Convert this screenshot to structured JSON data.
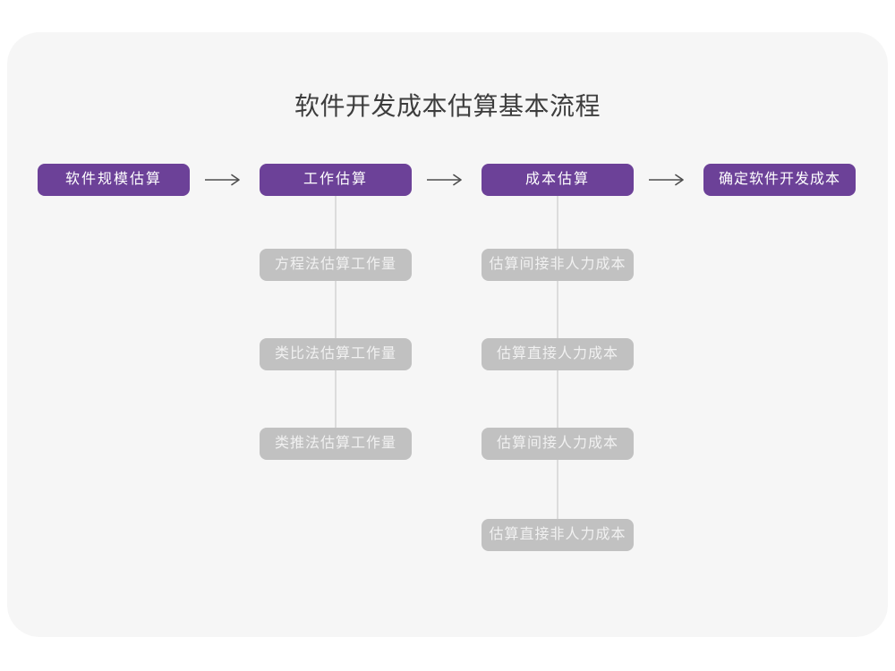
{
  "title": "软件开发成本估算基本流程",
  "colors": {
    "main_node_bg": "#6c4198",
    "main_node_text": "#ffffff",
    "sub_node_bg": "#c1c1c1",
    "sub_node_text": "#f1f1f1",
    "card_bg": "#f6f6f6",
    "connector_line": "#dcdcdc",
    "arrow": "#4d4d4d",
    "title_text": "#3d3d3d"
  },
  "flow": {
    "main_nodes": [
      {
        "label": "软件规模估算"
      },
      {
        "label": "工作估算"
      },
      {
        "label": "成本估算"
      },
      {
        "label": "确定软件开发成本"
      }
    ],
    "work_estimation_methods": [
      {
        "label": "方程法估算工作量"
      },
      {
        "label": "类比法估算工作量"
      },
      {
        "label": "类推法估算工作量"
      }
    ],
    "cost_estimation_items": [
      {
        "label": "估算间接非人力成本"
      },
      {
        "label": "估算直接人力成本"
      },
      {
        "label": "估算间接人力成本"
      },
      {
        "label": "估算直接非人力成本"
      }
    ]
  }
}
